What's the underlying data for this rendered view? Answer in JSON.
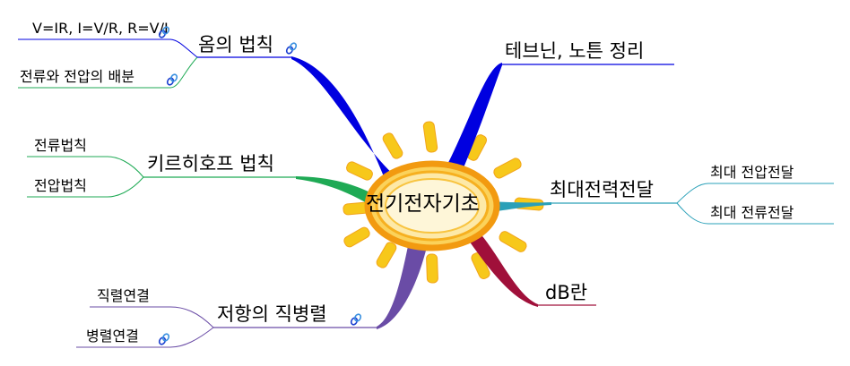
{
  "center": {
    "label": "전기전자기초"
  },
  "branches": {
    "ohm": {
      "label": "옴의 법칙",
      "color": "#0000e0",
      "subs": [
        "V=IR, I=V/R, R=V/I",
        "전류와 전압의 배분"
      ]
    },
    "kirchhoff": {
      "label": "키르히호프 법칙",
      "color": "#1faa55",
      "subs": [
        "전류법칙",
        "전압법칙"
      ]
    },
    "resistance": {
      "label": "저항의 직병렬",
      "color": "#6a4ca6",
      "subs": [
        "직렬연결",
        "병렬연결"
      ]
    },
    "thevenin": {
      "label": "테브닌, 노튼 정리",
      "color": "#0000e0",
      "subs": []
    },
    "maxpower": {
      "label": "최대전력전달",
      "color": "#2aa0b8",
      "subs": [
        "최대 전압전달",
        "최대 전류전달"
      ]
    },
    "db": {
      "label": "dB란",
      "color": "#a0103a",
      "subs": []
    }
  },
  "icons": {
    "link": "hyperlink-icon"
  },
  "colors": {
    "sun_ray": "#f7c81a",
    "sun_ring": "#f29a10",
    "sun_inner": "#fbd25a"
  }
}
